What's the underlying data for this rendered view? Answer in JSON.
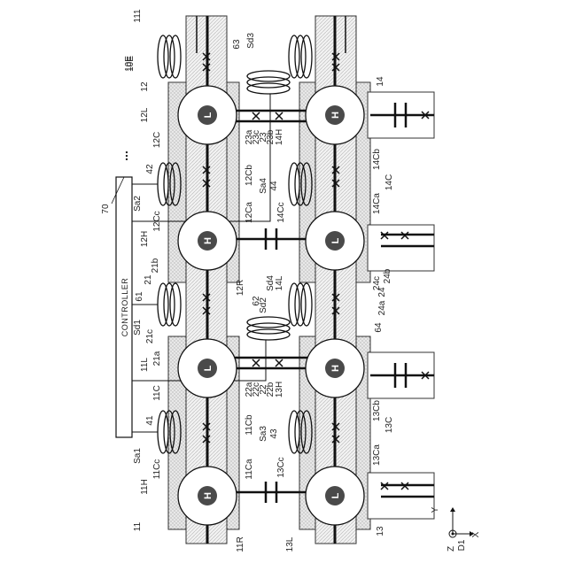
{
  "diagram": {
    "figure_ref": "10E",
    "controller": {
      "label": "CONTROLLER",
      "ref": "70",
      "ellipsis": "..."
    },
    "axes": {
      "x": "X",
      "y": "Y",
      "z": "Z",
      "d1": "D1"
    },
    "qubits": [
      {
        "ref": "11L",
        "symbol": "L"
      },
      {
        "ref": "11H",
        "symbol": "H"
      },
      {
        "ref": "12L",
        "symbol": "L"
      },
      {
        "ref": "12H",
        "symbol": "H"
      },
      {
        "ref": "13L",
        "symbol": "L"
      },
      {
        "ref": "13H",
        "symbol": "H"
      },
      {
        "ref": "14L",
        "symbol": "L"
      },
      {
        "ref": "14H",
        "symbol": "H"
      }
    ],
    "labels": [
      "111",
      "10E",
      "11",
      "11H",
      "11Cc",
      "Sa1",
      "41",
      "11C",
      "11L",
      "21a",
      "21c",
      "Sd1",
      "61",
      "21",
      "21b",
      "12H",
      "12Cc",
      "Sa2",
      "42",
      "12C",
      "12L",
      "12",
      "13",
      "13L",
      "11R",
      "11Ca",
      "11Cb",
      "22a",
      "22c",
      "22",
      "22b",
      "13H",
      "Sa3",
      "43",
      "13Cc",
      "13Ca",
      "13Cb",
      "13C",
      "62",
      "Sd2",
      "12R",
      "Sd4",
      "14L",
      "64",
      "24a",
      "24c",
      "24",
      "24b",
      "12Ca",
      "12Cb",
      "23a",
      "23c",
      "23",
      "23b",
      "14H",
      "Sa4",
      "44",
      "14Cc",
      "14Ca",
      "14Cb",
      "14C",
      "63",
      "Sd3",
      "14"
    ]
  }
}
